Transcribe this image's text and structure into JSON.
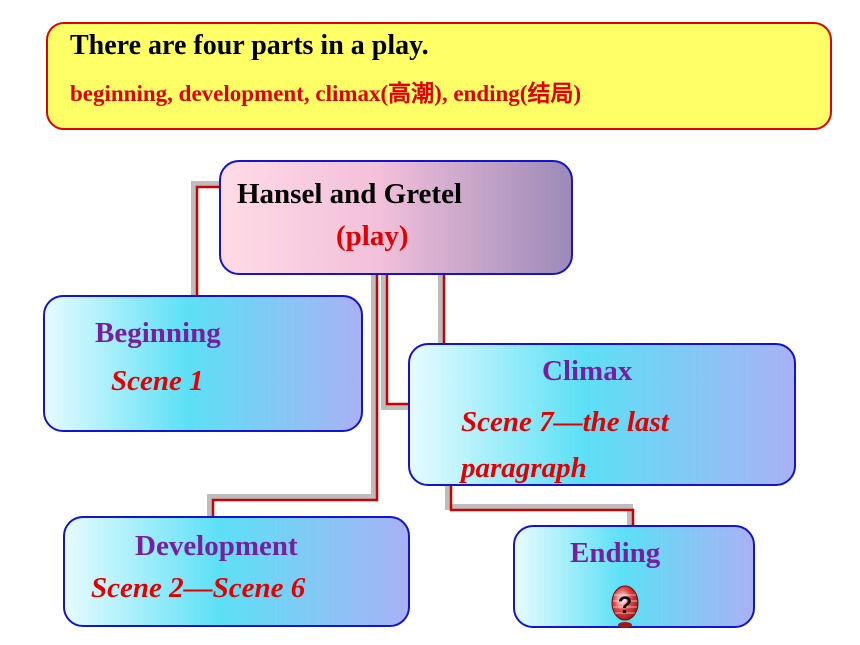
{
  "banner": {
    "line1": "There are four parts in a play.",
    "line2": "beginning, development, climax(高潮), ending(结局)"
  },
  "nodes": {
    "root": {
      "title": "Hansel and Gretel",
      "tag": "(play)"
    },
    "beginning": {
      "title": "Beginning",
      "scene": "Scene 1"
    },
    "climax": {
      "title": "Climax",
      "scene": "Scene 7—the last paragraph"
    },
    "development": {
      "title": "Development",
      "scene": "Scene 2—Scene 6"
    },
    "ending": {
      "title": "Ending",
      "icon": "question-mark-icon"
    }
  },
  "colors": {
    "banner_fill": "#ffff66",
    "banner_border": "#e00000",
    "node_border": "#1414cc",
    "title_purple": "#7a1ea0",
    "scene_red": "#e00000",
    "connector_red": "#cc0000"
  }
}
